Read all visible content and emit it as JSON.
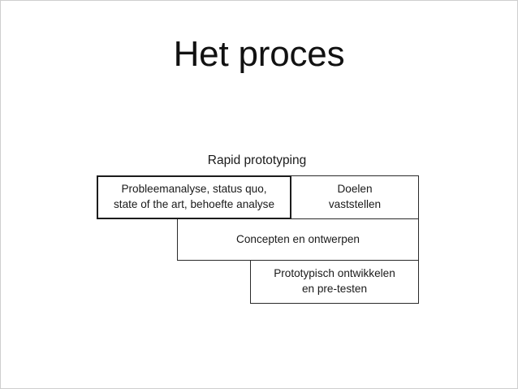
{
  "slide": {
    "title": "Het proces",
    "background_color": "#ffffff",
    "frame_color": "#cfcfcf",
    "text_color": "#1a1a1a"
  },
  "diagram": {
    "caption": "Rapid prototyping",
    "type": "staircase-phase-diagram",
    "rows": [
      {
        "row": 1,
        "cells": [
          {
            "id": "analysis",
            "label": "Probleemanalyse, status quo,\nstate of the art, behoefte analyse",
            "emphasis": "thick-border"
          },
          {
            "id": "goals",
            "label": "Doelen\nvaststellen",
            "emphasis": "normal-border"
          }
        ]
      },
      {
        "row": 2,
        "cells": [
          {
            "id": "concepts",
            "label": "Concepten en ontwerpen",
            "emphasis": "normal-border"
          }
        ]
      },
      {
        "row": 3,
        "cells": [
          {
            "id": "prototype",
            "label": "Prototypisch ontwikkelen\nen pre-testen",
            "emphasis": "normal-border"
          }
        ]
      }
    ]
  }
}
